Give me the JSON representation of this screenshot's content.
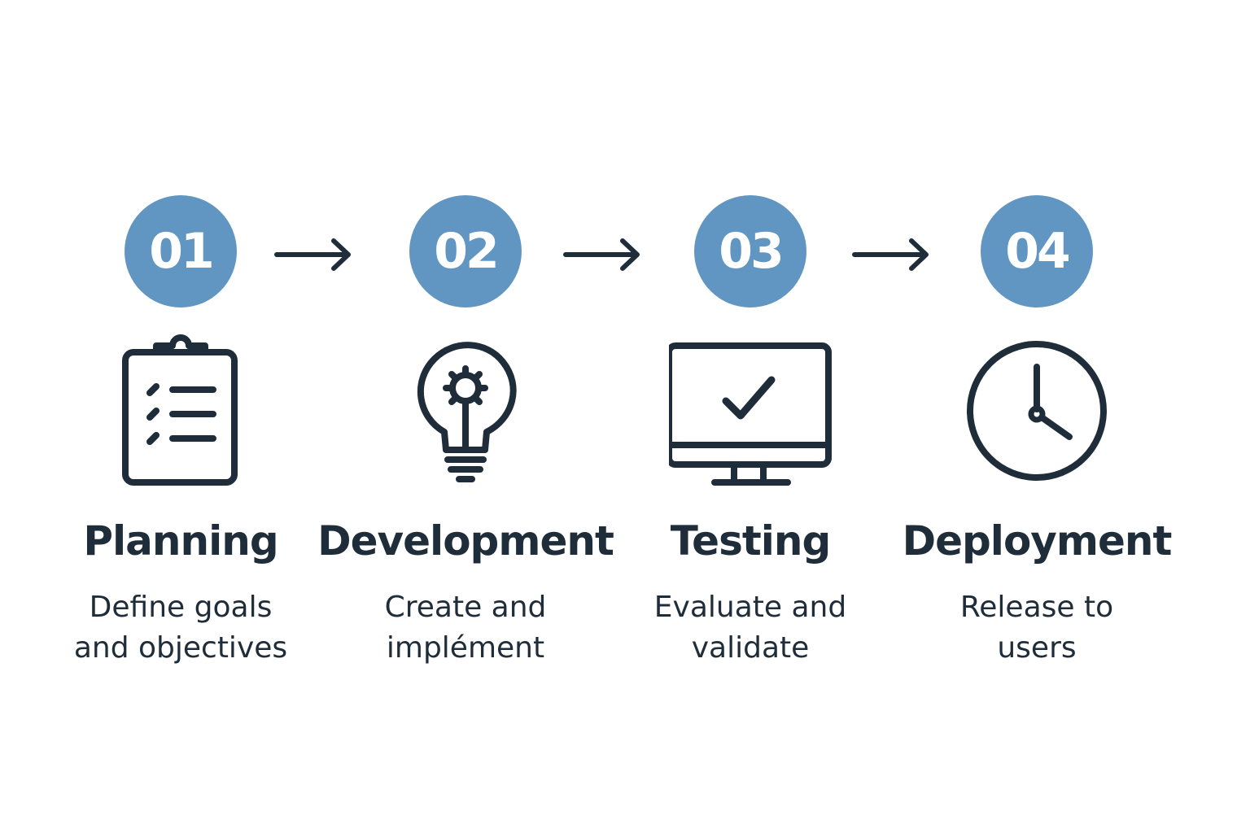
{
  "colors": {
    "accent": "#6096c1",
    "ink": "#1f2d3a",
    "background": "#ffffff"
  },
  "steps": [
    {
      "number": "01",
      "icon": "clipboard-checklist-icon",
      "title": "Planning",
      "description": [
        "Define goals",
        "and objectives"
      ]
    },
    {
      "number": "02",
      "icon": "lightbulb-gear-icon",
      "title": "Development",
      "description": [
        "Create and",
        "implément"
      ]
    },
    {
      "number": "03",
      "icon": "monitor-check-icon",
      "title": "Testing",
      "description": [
        "Evaluate and",
        "validate"
      ]
    },
    {
      "number": "04",
      "icon": "clock-icon",
      "title": "Deployment",
      "description": [
        "Release to",
        "users"
      ]
    }
  ],
  "connectors": [
    {
      "icon": "arrow-right-icon",
      "from": "01",
      "to": "02"
    },
    {
      "icon": "arrow-right-icon",
      "from": "02",
      "to": "03"
    },
    {
      "icon": "arrow-right-icon",
      "from": "03",
      "to": "04"
    }
  ]
}
